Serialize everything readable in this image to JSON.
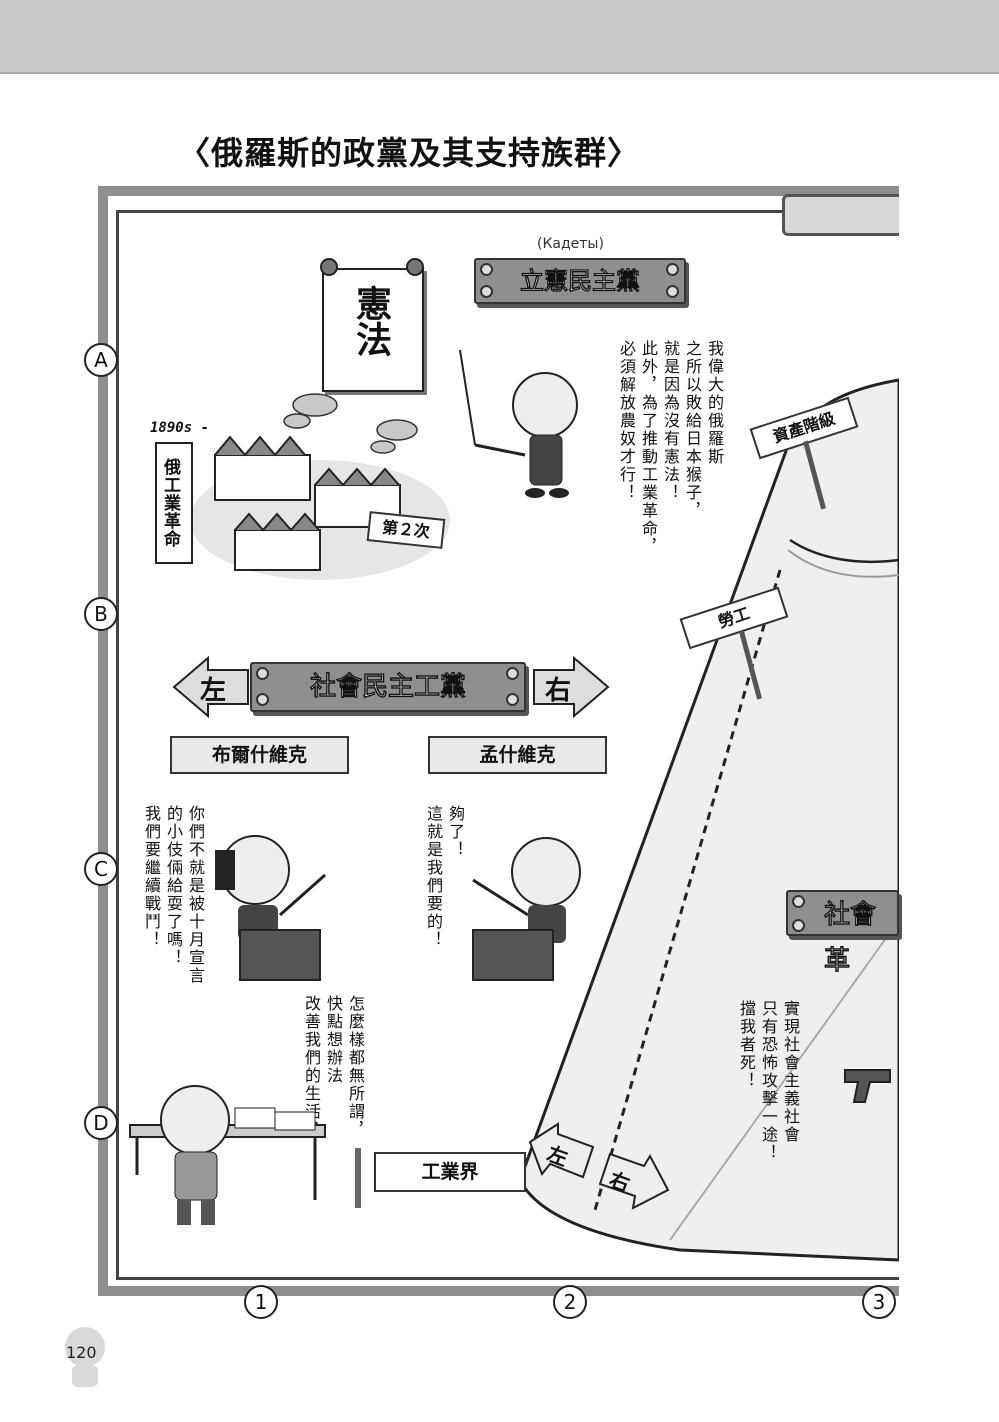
{
  "page_title": "〈俄羅斯的政黨及其支持族群〉",
  "row_labels": [
    "A",
    "B",
    "C",
    "D"
  ],
  "col_labels": [
    "1",
    "2",
    "3"
  ],
  "constitution_sign": "憲法",
  "period": "1890s -",
  "industrial_revolution": "俄工業革命",
  "second_sign": "第２次",
  "kadets_sub": "(Кадеты)",
  "kadets": "立憲民主黨",
  "kadets_speech": "我偉大的俄羅斯\n之所以敗給日本猴子，\n就是因為沒有憲法！\n此外，為了推動工業革命，\n必須解放農奴才行！",
  "bourgeoisie": "資產階級",
  "labor": "勞工",
  "sdp": "社會民主工黨",
  "left": "左",
  "right": "右",
  "bolshevik": "布爾什維克",
  "menshevik": "孟什維克",
  "bolshevik_speech": "你們不就是被十月宣言\n的小伎倆給耍了嗎！\n我們要繼續戰鬥！",
  "menshevik_speech": "夠了！\n這就是我們要的！",
  "worker_speech": "怎麼樣都無所謂，\n快點想辦法\n改善我們的生活！",
  "industry": "工業界",
  "sr_party": "社會革",
  "sr_speech": "實現社會主義社會\n只有恐怖攻擊一途！\n擋我者死！",
  "page_number": "120"
}
